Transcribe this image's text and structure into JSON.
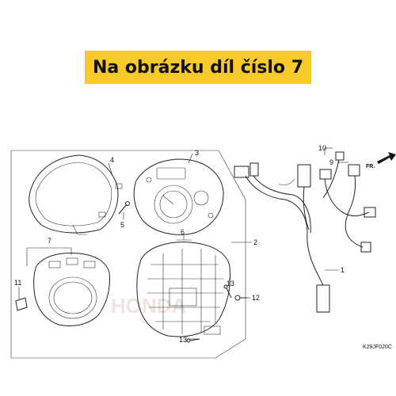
{
  "banner": {
    "text": "Na obrázku díl číslo 7",
    "background": "#f7c92b"
  },
  "diagram": {
    "parts": [
      {
        "number": "1"
      },
      {
        "number": "2"
      },
      {
        "number": "3"
      },
      {
        "number": "4"
      },
      {
        "number": "5"
      },
      {
        "number": "6"
      },
      {
        "number": "7"
      },
      {
        "number": "9"
      },
      {
        "number": "10"
      },
      {
        "number": "11"
      },
      {
        "number": "12"
      },
      {
        "number": "13"
      },
      {
        "number": "13"
      }
    ],
    "direction_label": "FR.",
    "drawing_code": "K29JF020C",
    "watermark": "HONDA"
  }
}
